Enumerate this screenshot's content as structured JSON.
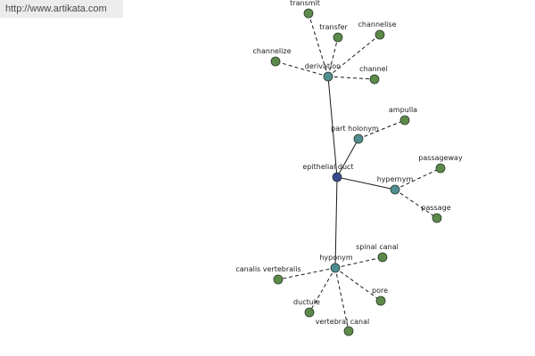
{
  "watermark": {
    "text": "http://www.artikata.com"
  },
  "colors": {
    "center_node": "#3b4a8f",
    "relation_node": "#4f8d90",
    "leaf_node": "#5c8a4a",
    "edge": "#1a1a1a"
  },
  "graph": {
    "center": {
      "id": "center",
      "label": "epithelial duct",
      "type": "center"
    },
    "relations": [
      {
        "id": "derivation",
        "label": "derivation",
        "type": "relation"
      },
      {
        "id": "part_holonym",
        "label": "part holonym",
        "type": "relation"
      },
      {
        "id": "hypernym",
        "label": "hypernym",
        "type": "relation"
      },
      {
        "id": "hyponym",
        "label": "hyponym",
        "type": "relation"
      }
    ],
    "leaves": [
      {
        "id": "transmit",
        "label": "transmit",
        "parent": "derivation"
      },
      {
        "id": "transfer",
        "label": "transfer",
        "parent": "derivation"
      },
      {
        "id": "channelise",
        "label": "channelise",
        "parent": "derivation"
      },
      {
        "id": "channelize",
        "label": "channelize",
        "parent": "derivation"
      },
      {
        "id": "channel",
        "label": "channel",
        "parent": "derivation"
      },
      {
        "id": "ampulla",
        "label": "ampulla",
        "parent": "part_holonym"
      },
      {
        "id": "passageway",
        "label": "passageway",
        "parent": "hypernym"
      },
      {
        "id": "passage",
        "label": "passage",
        "parent": "hypernym"
      },
      {
        "id": "spinal_canal",
        "label": "spinal canal",
        "parent": "hyponym"
      },
      {
        "id": "canalis_vertebralis",
        "label": "canalis vertebralis",
        "parent": "hyponym"
      },
      {
        "id": "pore",
        "label": "pore",
        "parent": "hyponym"
      },
      {
        "id": "ductule",
        "label": "ductule",
        "parent": "hyponym"
      },
      {
        "id": "vertebral_canal",
        "label": "vertebral canal",
        "parent": "hyponym"
      }
    ]
  }
}
